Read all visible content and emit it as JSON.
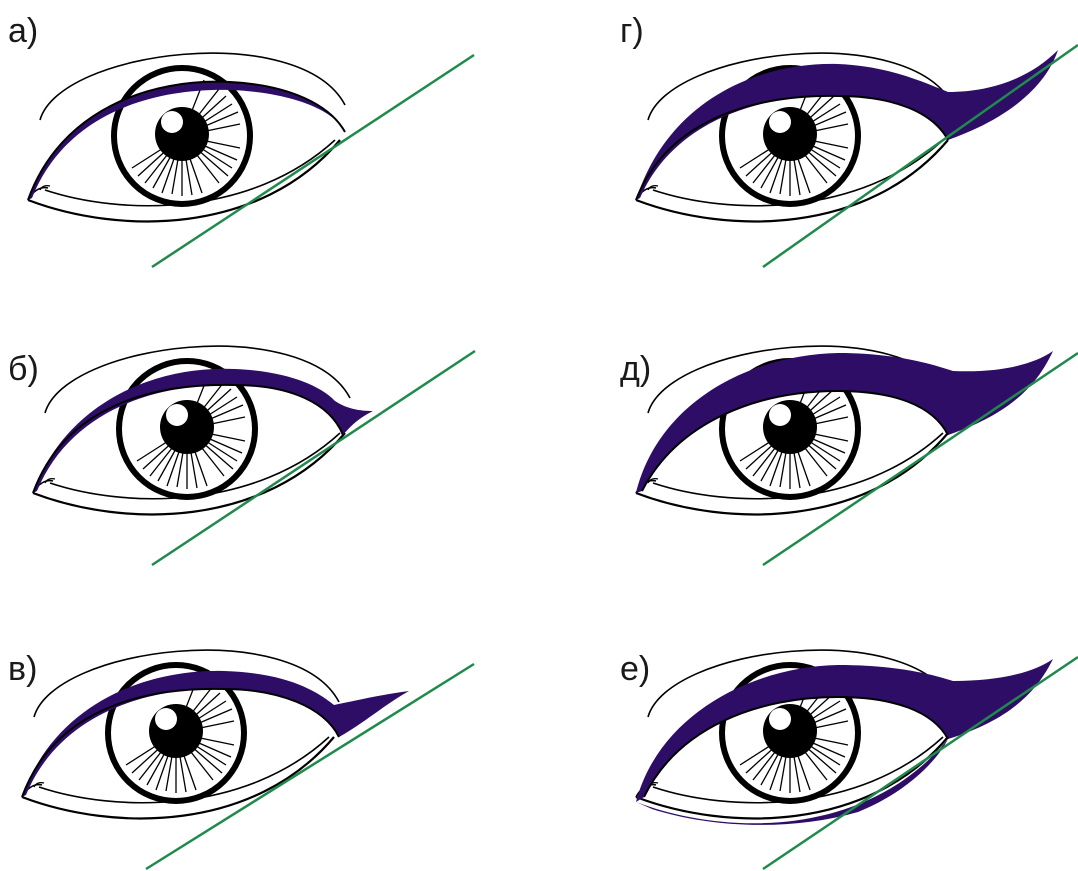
{
  "diagram": {
    "panels": [
      {
        "label": "а)",
        "liner_style": "thin-line"
      },
      {
        "label": "б)",
        "liner_style": "short-wing"
      },
      {
        "label": "в)",
        "liner_style": "medium-wing"
      },
      {
        "label": "г)",
        "liner_style": "long-wing"
      },
      {
        "label": "д)",
        "liner_style": "thick-long-wing"
      },
      {
        "label": "е)",
        "liner_style": "full-cat-eye"
      }
    ],
    "colors": {
      "liner": "#2e0d66",
      "guide_line": "#1f8a4c",
      "outline": "#000000",
      "background": "#ffffff"
    }
  }
}
